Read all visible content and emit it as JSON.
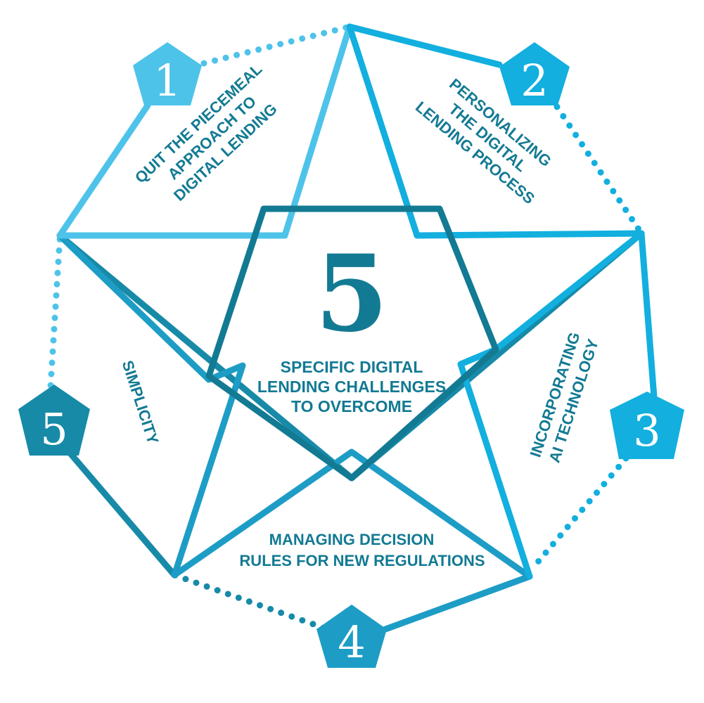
{
  "center": {
    "big_number": "5",
    "line1": "SPECIFIC DIGITAL",
    "line2": "LENDING CHALLENGES",
    "line3": "TO OVERCOME"
  },
  "badges": [
    {
      "number": "1",
      "color": "#4ec3ea"
    },
    {
      "number": "2",
      "color": "#12afdf"
    },
    {
      "number": "3",
      "color": "#12afdf"
    },
    {
      "number": "4",
      "color": "#1d9dc6"
    },
    {
      "number": "5",
      "color": "#178aa8"
    }
  ],
  "challenges": {
    "c1": [
      "QUIT THE PIECEMEAL",
      "APPROACH TO",
      "DIGITAL LENDING"
    ],
    "c2": [
      "PERSONALIZING",
      "THE DIGITAL",
      "LENDING PROCESS"
    ],
    "c3": [
      "INCORPORATING",
      "AI TECHNOLOGY"
    ],
    "c4": [
      "MANAGING DECISION",
      "RULES FOR NEW REGULATIONS"
    ],
    "c5": [
      "SIMPLICITY"
    ]
  },
  "colors": {
    "dark_teal": "#137a93",
    "light_blue": "#4ec3ea",
    "bright_blue": "#12afdf",
    "mid_blue": "#1d9dc6"
  }
}
